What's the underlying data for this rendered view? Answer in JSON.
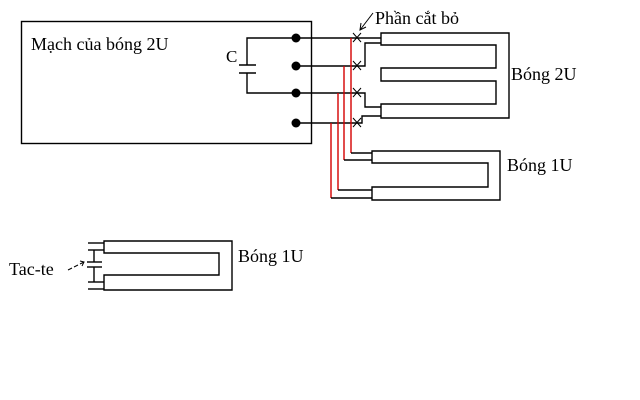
{
  "diagram": {
    "circuit_box": {
      "label": "Mạch của bóng 2U"
    },
    "capacitor": {
      "label": "C"
    },
    "cut_annotation": {
      "label": "Phần cắt bỏ"
    },
    "lamp_2u": {
      "label": "Bóng 2U"
    },
    "lamp_1u_connected": {
      "label": "Bóng 1U"
    },
    "lamp_1u_reference": {
      "label": "Bóng 1U"
    },
    "starter": {
      "label": "Tac-te"
    },
    "terminals_count": 4,
    "colors": {
      "line": "#000000",
      "new_wire": "#d40000",
      "background": "#ffffff"
    }
  }
}
